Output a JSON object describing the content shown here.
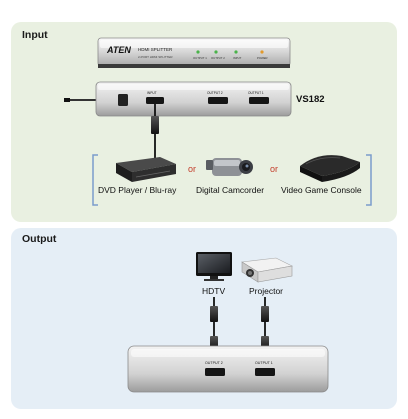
{
  "input": {
    "title": "Input",
    "device_brand": "ATEN",
    "device_name": "HDMI SPLITTER",
    "device_subtitle": "2-PORT HDMI SPLITTER",
    "front_leds": [
      "OUTPUT 1",
      "OUTPUT 2",
      "INPUT",
      "POWER"
    ],
    "rear_ports": [
      "INPUT",
      "OUTPUT 2",
      "OUTPUT 1"
    ],
    "model": "VS182",
    "sources": [
      {
        "label": "DVD Player / Blu-ray"
      },
      {
        "label": "Digital Camcorder"
      },
      {
        "label": "Video Game Console"
      }
    ],
    "connector_word": "or"
  },
  "output": {
    "title": "Output",
    "displays": [
      {
        "label": "HDTV"
      },
      {
        "label": "Projector"
      }
    ],
    "ports": [
      "OUTPUT 2",
      "OUTPUT 1"
    ]
  },
  "colors": {
    "input_bg": "#e9f0e1",
    "output_bg": "#e5eef6",
    "bracket": "#7a9ccc",
    "or_text": "#c33d2a"
  }
}
